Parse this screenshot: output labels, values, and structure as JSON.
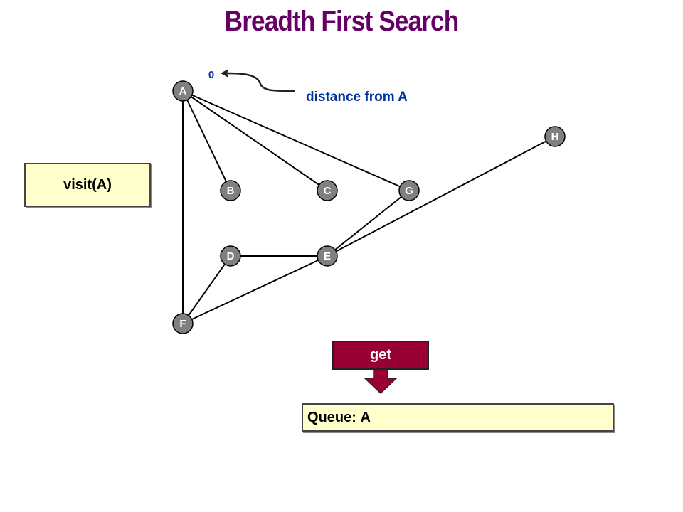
{
  "title": "Breadth First Search",
  "visit_label": "visit(A)",
  "get_label": "get",
  "queue": {
    "label": "Queue:",
    "contents": "A"
  },
  "annotation": {
    "distance_value": "0",
    "distance_text": "distance from A"
  },
  "nodes": [
    {
      "id": "A",
      "label": "A"
    },
    {
      "id": "B",
      "label": "B"
    },
    {
      "id": "C",
      "label": "C"
    },
    {
      "id": "G",
      "label": "G"
    },
    {
      "id": "H",
      "label": "H"
    },
    {
      "id": "D",
      "label": "D"
    },
    {
      "id": "E",
      "label": "E"
    },
    {
      "id": "F",
      "label": "F"
    }
  ],
  "edges": [
    [
      "A",
      "B"
    ],
    [
      "A",
      "C"
    ],
    [
      "A",
      "G"
    ],
    [
      "A",
      "F"
    ],
    [
      "G",
      "E"
    ],
    [
      "H",
      "E"
    ],
    [
      "D",
      "E"
    ],
    [
      "D",
      "F"
    ],
    [
      "E",
      "F"
    ]
  ],
  "colors": {
    "title": "#660066",
    "node_fill": "#808080",
    "annotation": "#003399",
    "get_button": "#990033",
    "box_fill": "#ffffcc"
  }
}
